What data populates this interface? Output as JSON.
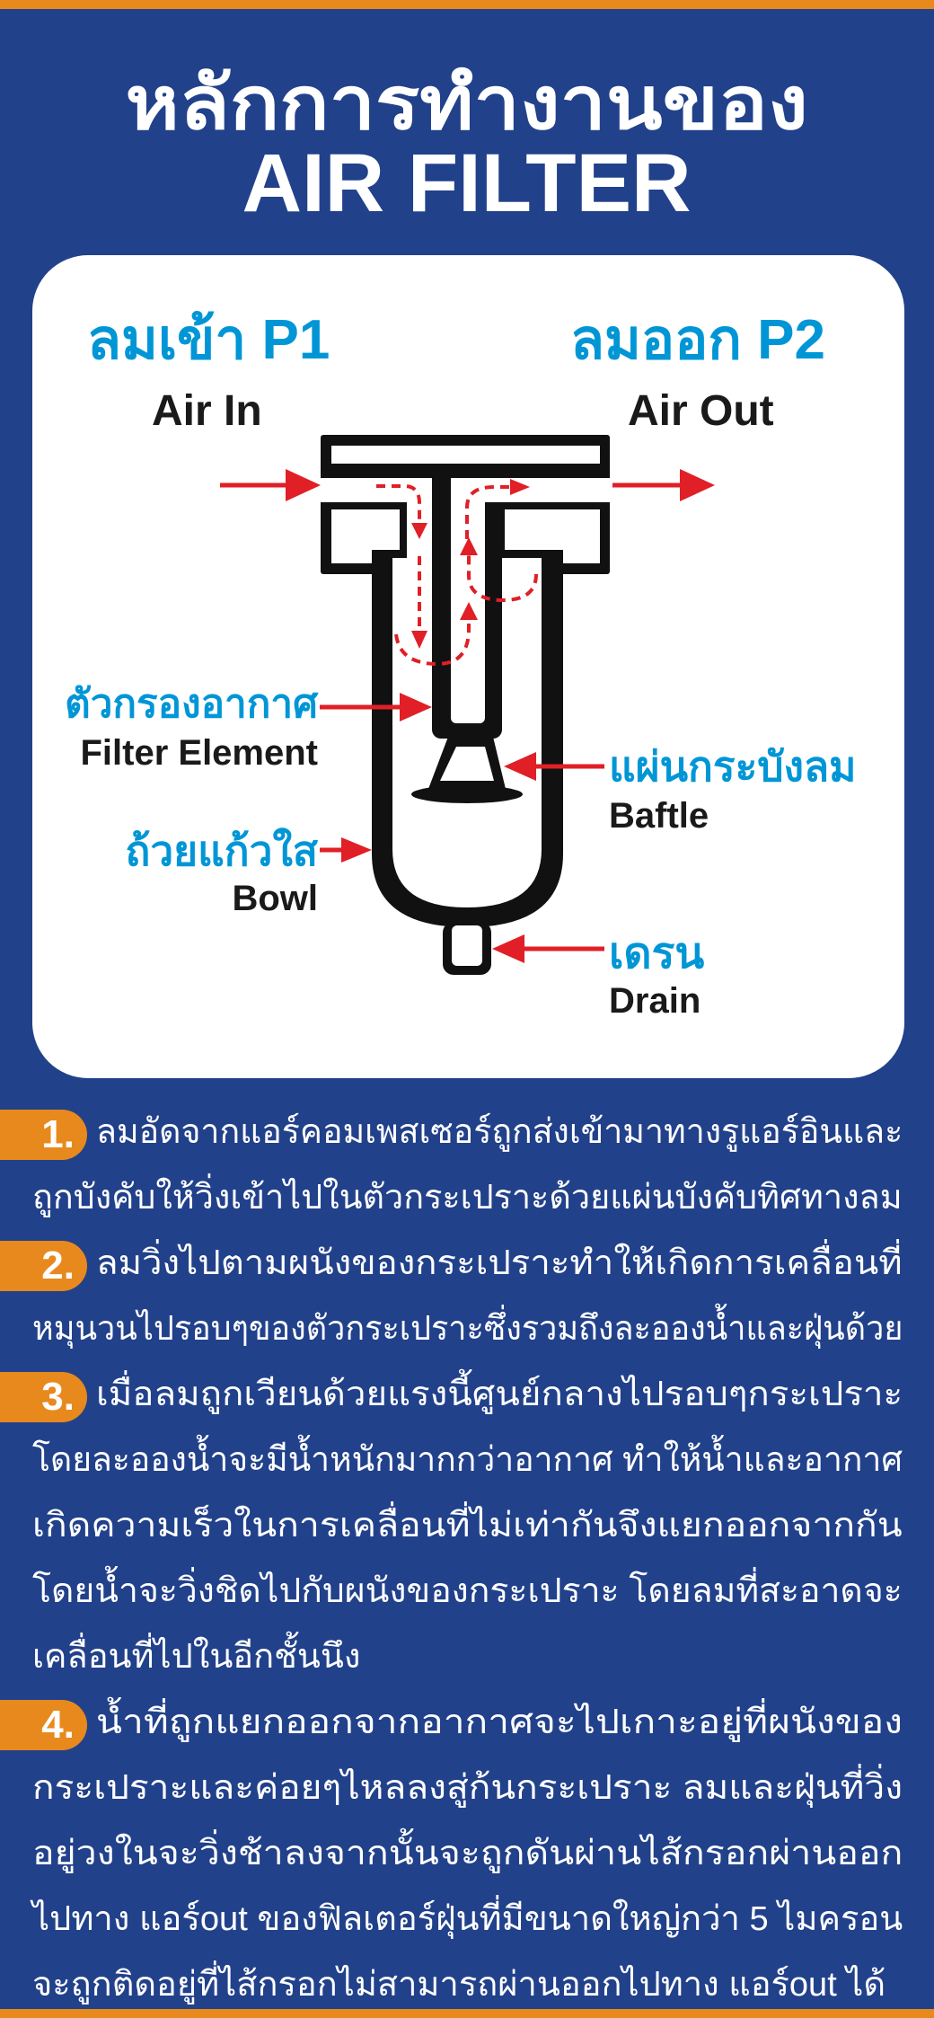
{
  "colors": {
    "background": "#22418b",
    "accent_orange": "#e8891e",
    "label_cyan": "#0096d6",
    "arrow_red": "#e01f26",
    "card": "#ffffff"
  },
  "header": {
    "title_line1": "หลักการทำงานของ",
    "title_line2": "AIR FILTER"
  },
  "diagram": {
    "air_in_th": "ลมเข้า P1",
    "air_in_en": "Air In",
    "air_out_th": "ลมออก P2",
    "air_out_en": "Air Out",
    "filter_element_th": "ตัวกรองอากาศ",
    "filter_element_en": "Filter Element",
    "baffle_th": "แผ่นกระบังลม",
    "baffle_en": "Baftle",
    "bowl_th": "ถ้วยแก้วใส",
    "bowl_en": "Bowl",
    "drain_th": "เดรน",
    "drain_en": "Drain"
  },
  "steps": [
    {
      "number": "1.",
      "lines": [
        "ลมอัดจากแอร์คอมเพสเซอร์ถูกส่งเข้ามาทางรูแอร์อินและ",
        "ถูกบังคับให้วิ่งเข้าไปในตัวกระเปราะด้วยแผ่นบังคับทิศทางลม"
      ]
    },
    {
      "number": "2.",
      "lines": [
        "ลมวิ่งไปตามผนังของกระเปราะทำให้เกิดการเคลื่อนที่",
        "หมุนวนไปรอบๆของตัวกระเปราะซึ่งรวมถึงละอองน้ำและฝุ่นด้วย"
      ]
    },
    {
      "number": "3.",
      "lines": [
        "เมื่อลมถูกเวียนด้วยแรงนี้ศูนย์กลางไปรอบๆกระเปราะ",
        "โดยละอองน้ำจะมีน้ำหนักมากกว่าอากาศ ทำให้น้ำและอากาศ",
        "เกิดความเร็วในการเคลื่อนที่ไม่เท่ากันจึงแยกออกจากกัน",
        "โดยน้ำจะวิ่งชิดไปกับผนังของกระเปราะ โดยลมที่สะอาดจะ",
        "เคลื่อนที่ไปในอีกชั้นนึง"
      ]
    },
    {
      "number": "4.",
      "lines": [
        "น้ำที่ถูกแยกออกจากอากาศจะไปเกาะอยู่ที่ผนังของ",
        "กระเปราะและค่อยๆไหลลงสู่ก้นกระเปราะ ลมและฝุ่นที่วิ่ง",
        "อยู่วงในจะวิ่งช้าลงจากนั้นจะถูกดันผ่านไส้กรอกผ่านออก",
        "ไปทาง แอร์out ของฟิลเตอร์ฝุ่นที่มีขนาดใหญ่กว่า 5 ไมครอน",
        "จะถูกติดอยู่ที่ไส้กรอกไม่สามารถผ่านออกไปทาง แอร์out ได้"
      ]
    }
  ]
}
